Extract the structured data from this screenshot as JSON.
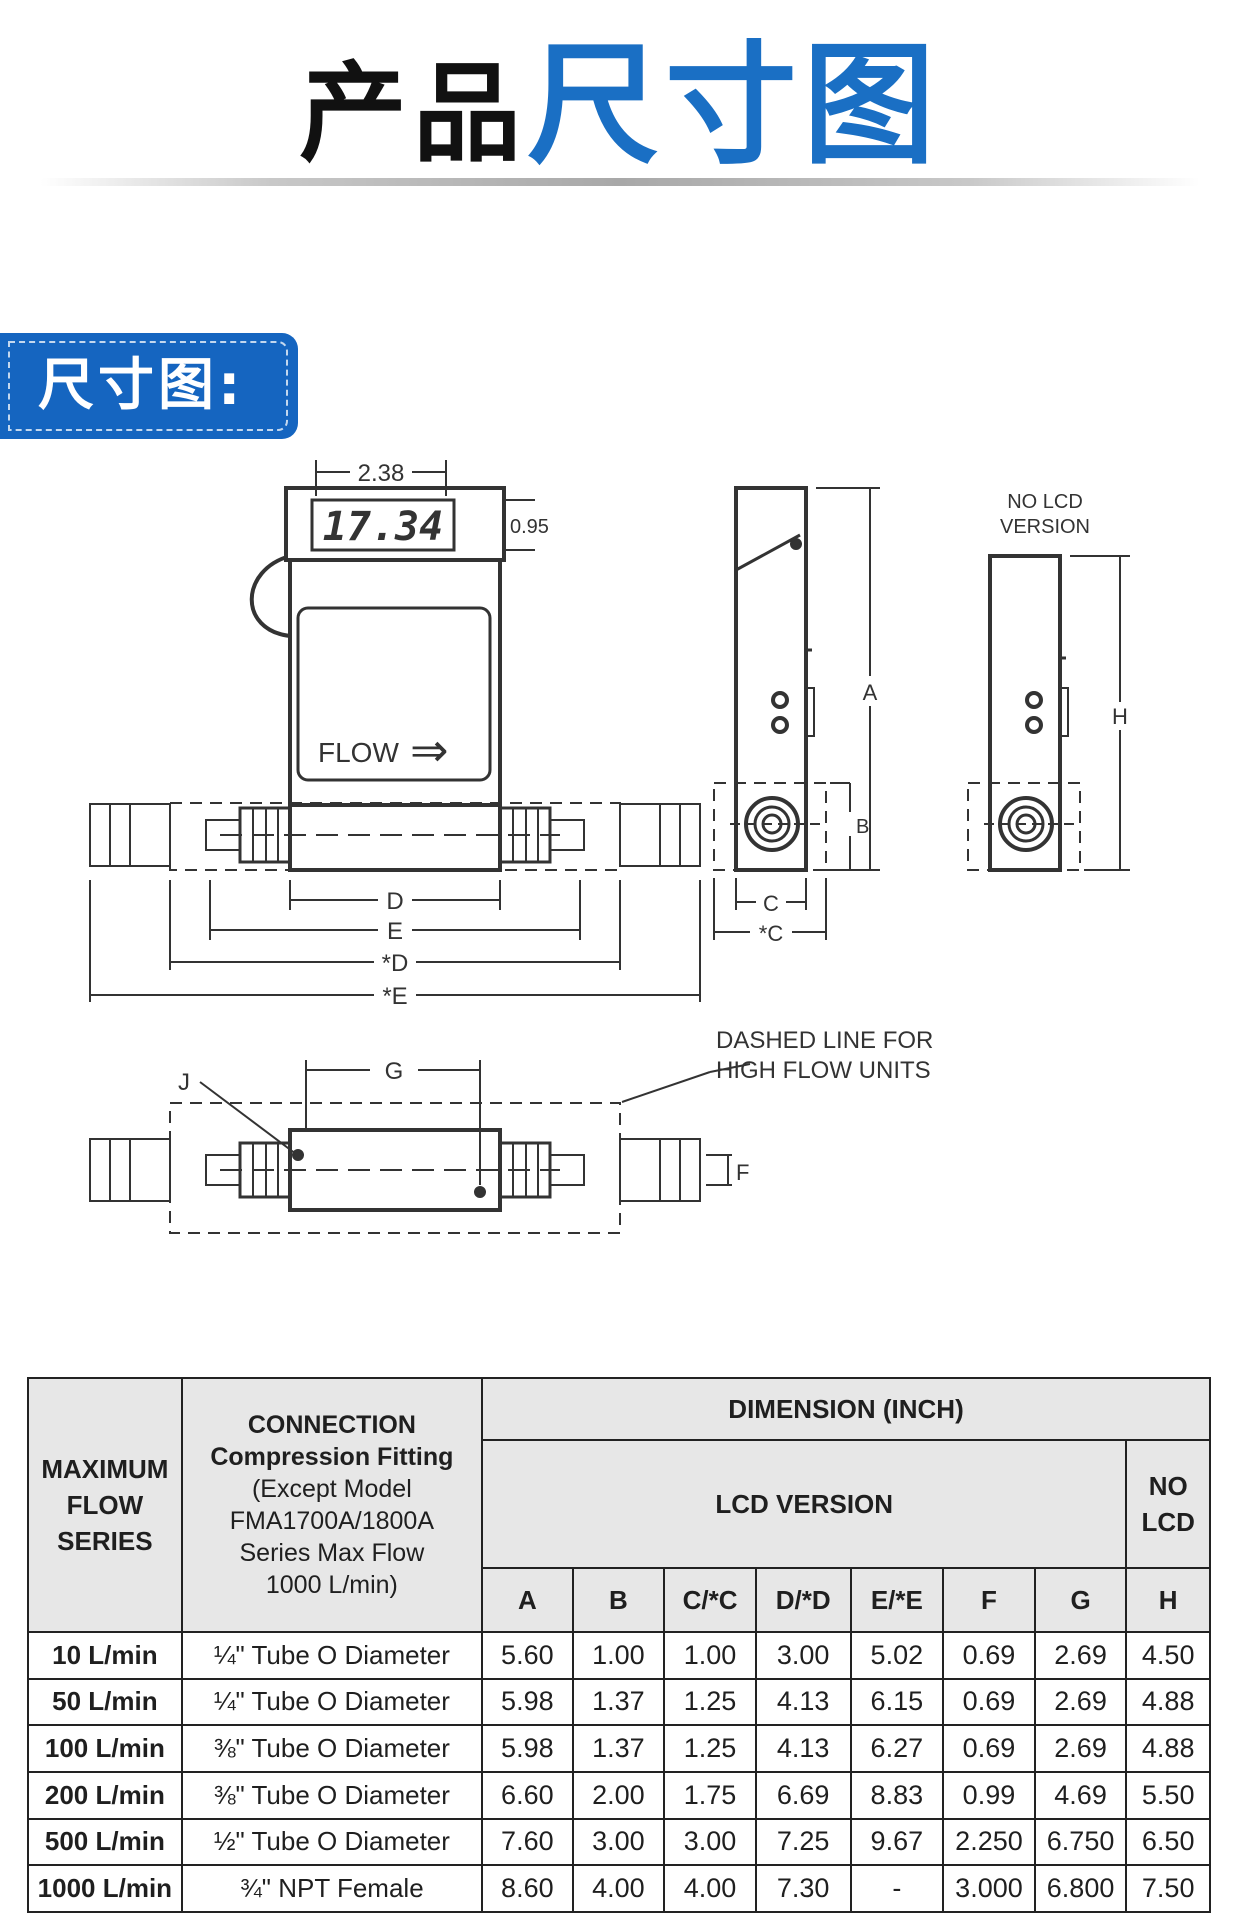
{
  "header": {
    "title_black": "产品",
    "title_blue": "尺寸图"
  },
  "section_tag": "尺寸图:",
  "drawing": {
    "lcd_display": "17.34",
    "flow_label": "FLOW",
    "arrow": "⇒",
    "dim_238": "2.38",
    "dim_095": "0.95",
    "dim_a": "A",
    "dim_b": "B",
    "dim_c": "C",
    "dim_star_c": "*C",
    "dim_d": "D",
    "dim_e": "E",
    "dim_star_d": "*D",
    "dim_star_e": "*E",
    "dim_f": "F",
    "dim_g": "G",
    "dim_h": "H",
    "dim_j": "J",
    "no_lcd_line1": "NO LCD",
    "no_lcd_line2": "VERSION",
    "dashed_line1": "DASHED LINE FOR",
    "dashed_line2": "HIGH FLOW UNITS"
  },
  "table": {
    "header": {
      "series": [
        "MAXIMUM",
        "FLOW",
        "SERIES"
      ],
      "connection_bold": [
        "CONNECTION",
        "Compression Fitting"
      ],
      "connection_normal": [
        "(Except Model",
        "FMA1700A/1800A",
        "Series Max Flow",
        "1000 L/min)"
      ],
      "dimension": "DIMENSION (INCH)",
      "lcd_version": "LCD VERSION",
      "no_lcd": [
        "NO",
        "LCD"
      ],
      "columns": [
        "A",
        "B",
        "C/*C",
        "D/*D",
        "E/*E",
        "F",
        "G",
        "H"
      ]
    },
    "rows": [
      {
        "series": "10 L/min",
        "connection": "¼\" Tube O Diameter",
        "values": [
          "5.60",
          "1.00",
          "1.00",
          "3.00",
          "5.02",
          "0.69",
          "2.69",
          "4.50"
        ]
      },
      {
        "series": "50 L/min",
        "connection": "¼\" Tube O Diameter",
        "values": [
          "5.98",
          "1.37",
          "1.25",
          "4.13",
          "6.15",
          "0.69",
          "2.69",
          "4.88"
        ]
      },
      {
        "series": "100 L/min",
        "connection": "⅜\" Tube O Diameter",
        "values": [
          "5.98",
          "1.37",
          "1.25",
          "4.13",
          "6.27",
          "0.69",
          "2.69",
          "4.88"
        ]
      },
      {
        "series": "200 L/min",
        "connection": "⅜\" Tube O Diameter",
        "values": [
          "6.60",
          "2.00",
          "1.75",
          "6.69",
          "8.83",
          "0.99",
          "4.69",
          "5.50"
        ]
      },
      {
        "series": "500 L/min",
        "connection": "½\" Tube O Diameter",
        "values": [
          "7.60",
          "3.00",
          "3.00",
          "7.25",
          "9.67",
          "2.250",
          "6.750",
          "6.50"
        ]
      },
      {
        "series": "1000 L/min",
        "connection": "¾\" NPT Female",
        "values": [
          "8.60",
          "4.00",
          "4.00",
          "7.30",
          "-",
          "3.000",
          "6.800",
          "7.50"
        ]
      }
    ]
  }
}
